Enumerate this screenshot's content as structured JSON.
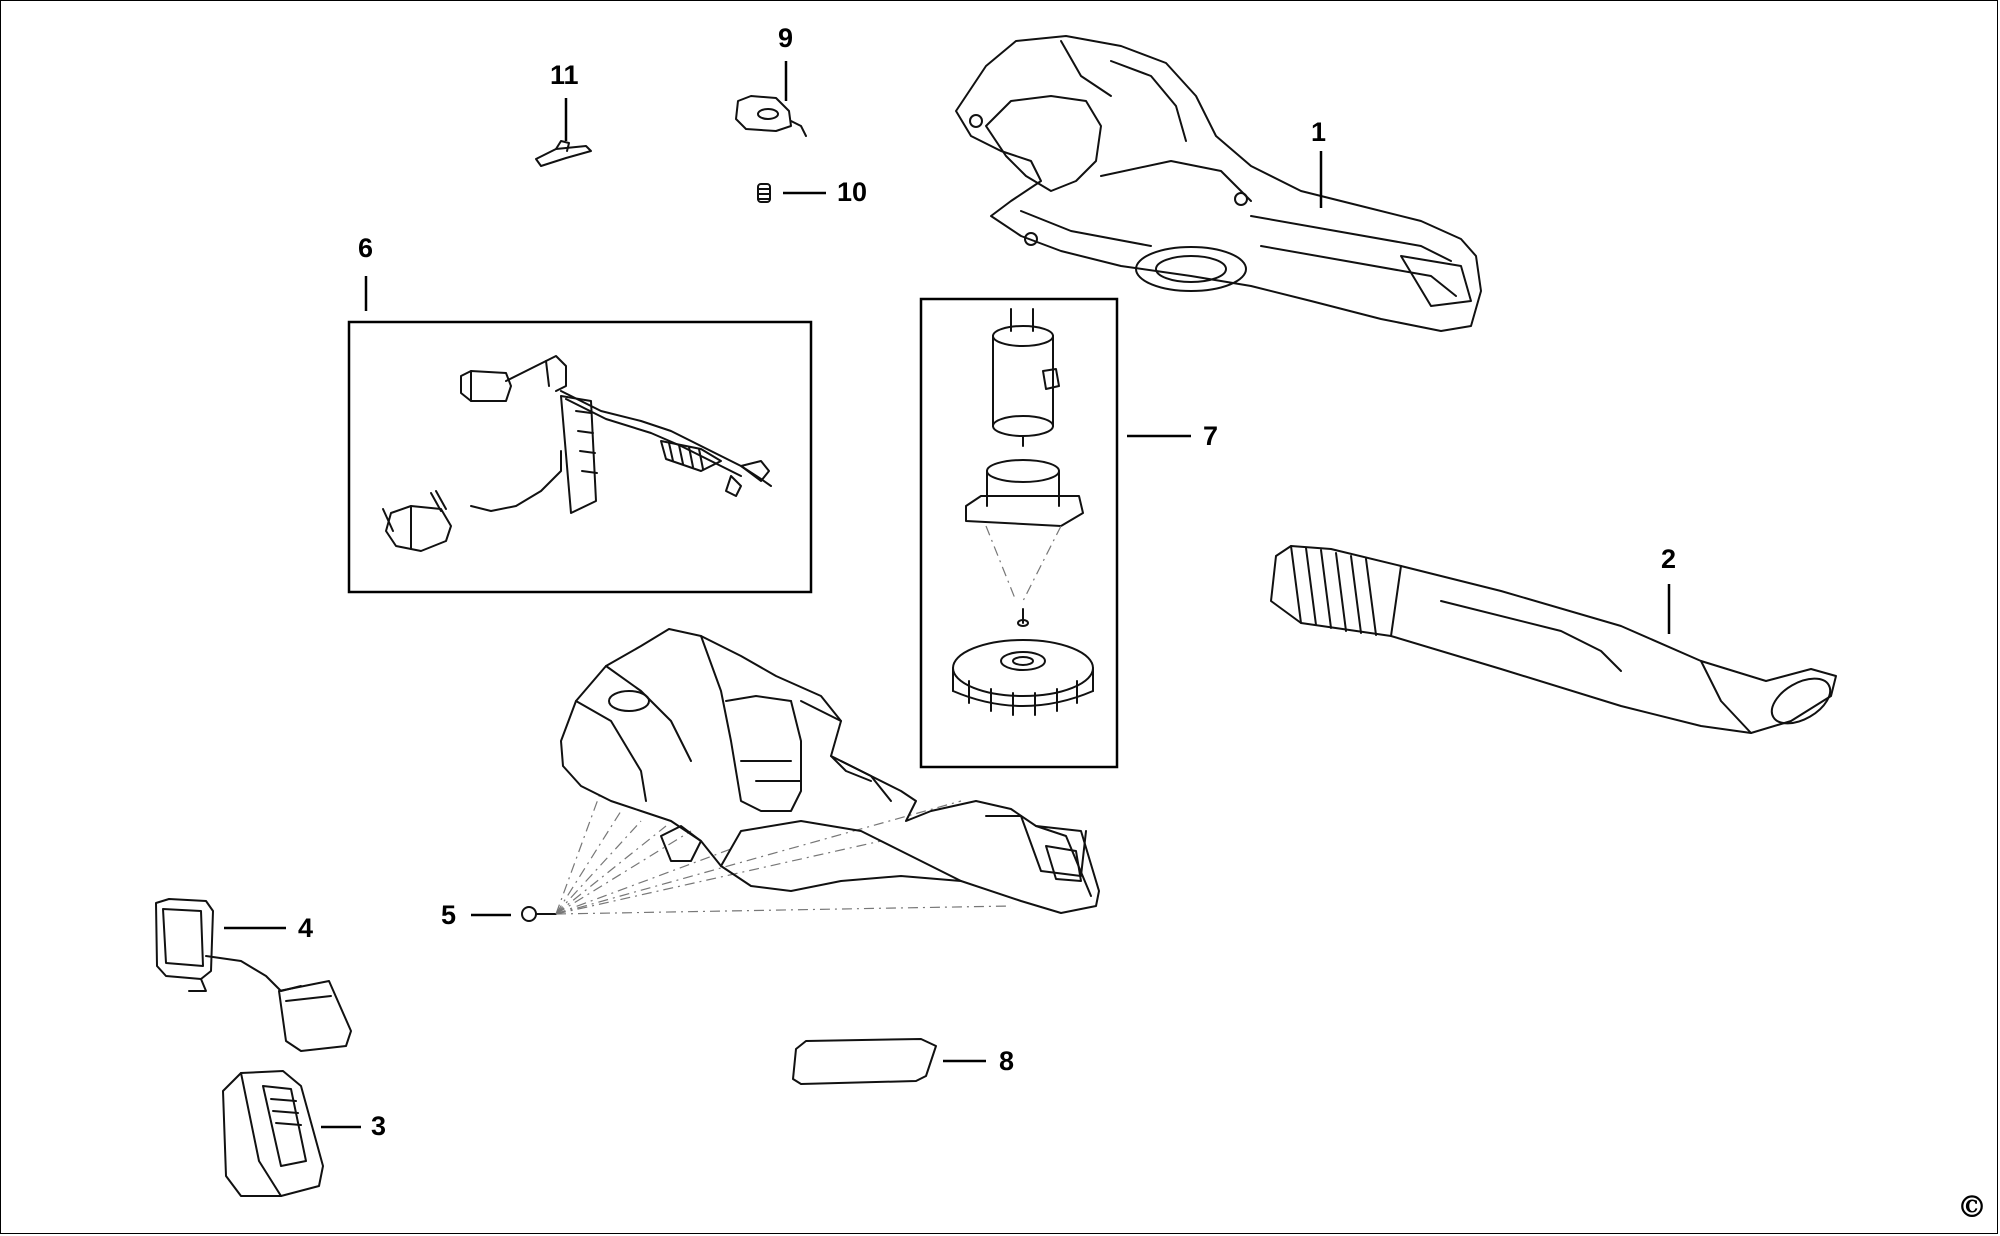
{
  "callouts": {
    "c1": "1",
    "c2": "2",
    "c3": "3",
    "c4": "4",
    "c5": "5",
    "c6": "6",
    "c7": "7",
    "c8": "8",
    "c9": "9",
    "c10": "10",
    "c11": "11"
  },
  "copyright": "©",
  "parts": {
    "p1": "housing-half",
    "p2": "blower-tube",
    "p3": "battery-pack",
    "p4": "charger",
    "p5": "screw",
    "p6": "switch-wiring-assembly",
    "p7": "motor-fan-assembly",
    "p8": "nameplate",
    "p9": "trigger",
    "p10": "spring",
    "p11": "lock-off-lever"
  }
}
